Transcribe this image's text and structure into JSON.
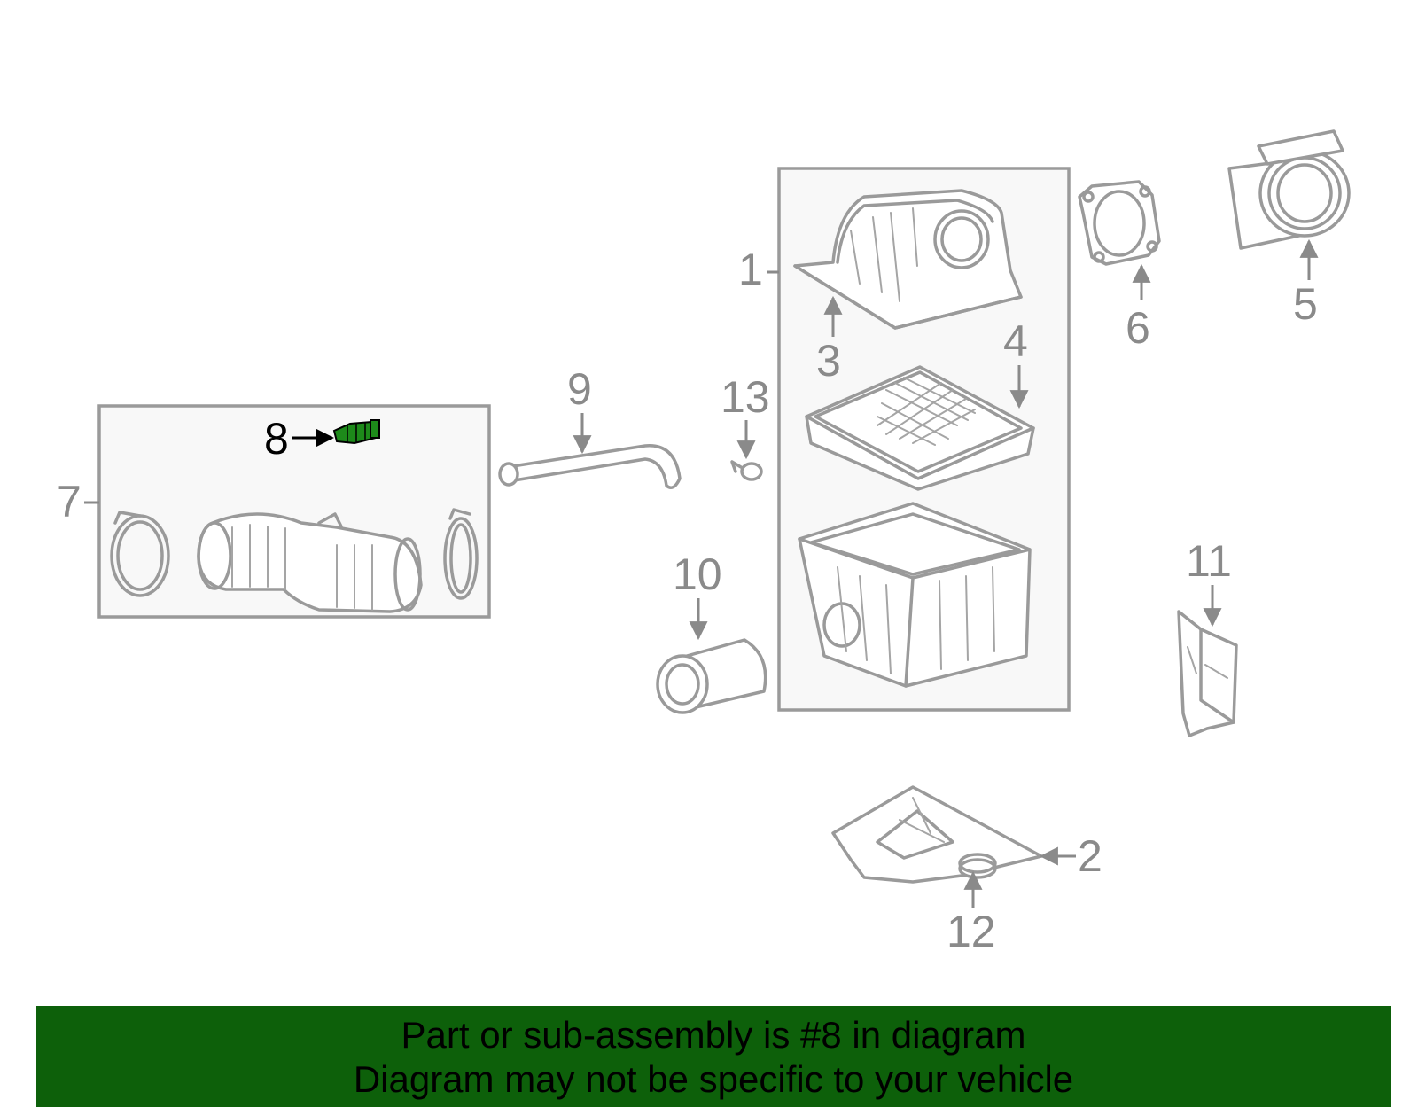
{
  "callouts": {
    "c1": "1",
    "c2": "2",
    "c3": "3",
    "c4": "4",
    "c5": "5",
    "c6": "6",
    "c7": "7",
    "c8": "8",
    "c9": "9",
    "c10": "10",
    "c11": "11",
    "c12": "12",
    "c13": "13"
  },
  "highlight": {
    "part": "8",
    "color": "#1d8a1a"
  },
  "banner": {
    "line1": "Part or sub-assembly is #8 in diagram",
    "line2": "Diagram may not be specific to your vehicle",
    "background": "#0d600a"
  }
}
